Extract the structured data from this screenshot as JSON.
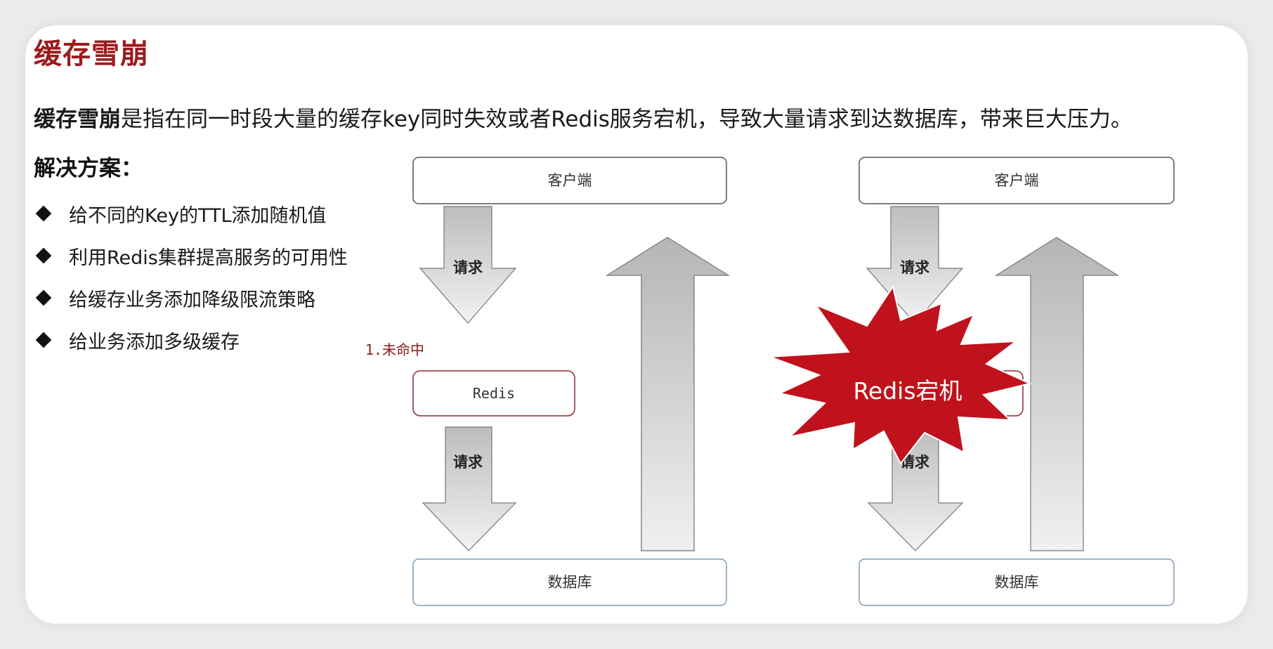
{
  "slide": {
    "title": "缓存雪崩",
    "definition": {
      "term": "缓存雪崩",
      "text": "是指在同一时段大量的缓存key同时失效或者Redis服务宕机，导致大量请求到达数据库，带来巨大压力。"
    },
    "solution_heading": "解决方案：",
    "solutions": [
      "给不同的Key的TTL添加随机值",
      "利用Redis集群提高服务的可用性",
      "给缓存业务添加降级限流策略",
      "给业务添加多级缓存"
    ]
  },
  "diagram_left": {
    "client": "客户端",
    "redis": "Redis",
    "database": "数据库",
    "request_label_1": "请求",
    "request_label_2": "请求",
    "miss_label": "1.未命中"
  },
  "diagram_right": {
    "client": "客户端",
    "database": "数据库",
    "request_label_1": "请求",
    "request_label_2": "请求",
    "burst_label": "Redis宕机"
  },
  "colors": {
    "title": "#9b1b1e",
    "redis_border": "#8a2a30",
    "db_border": "#7d9bb5",
    "burst": "#c0121c",
    "miss_text": "#8b1a1a"
  }
}
